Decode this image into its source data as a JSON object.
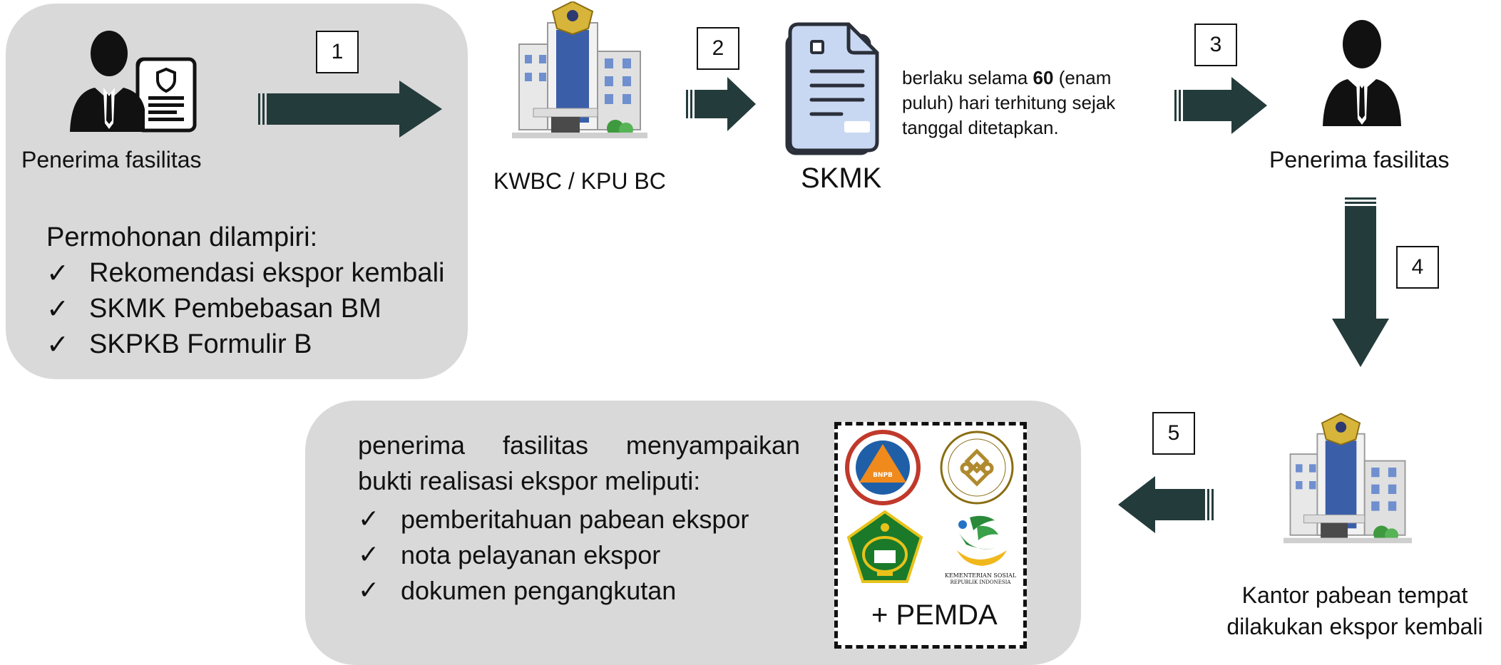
{
  "colors": {
    "arrow": "#243b3b",
    "panel": "#d9d9d9",
    "building_glass": "#3b5ea8",
    "document": "#c9d8f2"
  },
  "steps": [
    "1",
    "2",
    "3",
    "4",
    "5"
  ],
  "top_panel": {
    "person_label": "Penerima fasilitas",
    "heading": "Permohonan dilampiri:",
    "items": [
      "Rekomendasi ekspor kembali",
      "SKMK Pembebasan BM",
      "SKPKB Formulir B"
    ]
  },
  "office_label": "KWBC / KPU BC",
  "skmk": {
    "label": "SKMK",
    "note_pre": "berlaku selama ",
    "note_bold": "60",
    "note_post": " (enam puluh) hari terhitung sejak tanggal ditetapkan."
  },
  "recipient_label": "Penerima fasilitas",
  "export_office_label": "Kantor pabean tempat dilakukan ekspor kembali",
  "bottom_panel": {
    "intro": "penerima fasilitas menyampaikan bukti realisasi ekspor meliputi:",
    "items": [
      "pemberitahuan pabean ekspor",
      "nota pelayanan ekspor",
      "dokumen pengangkutan"
    ],
    "logos_extra": "+ PEMDA",
    "logo_bnpb_text": "BNPB",
    "logo_kemensos_line1": "KEMENTERIAN SOSIAL",
    "logo_kemensos_line2": "REPUBLIK INDONESIA"
  },
  "check_glyph": "✓"
}
